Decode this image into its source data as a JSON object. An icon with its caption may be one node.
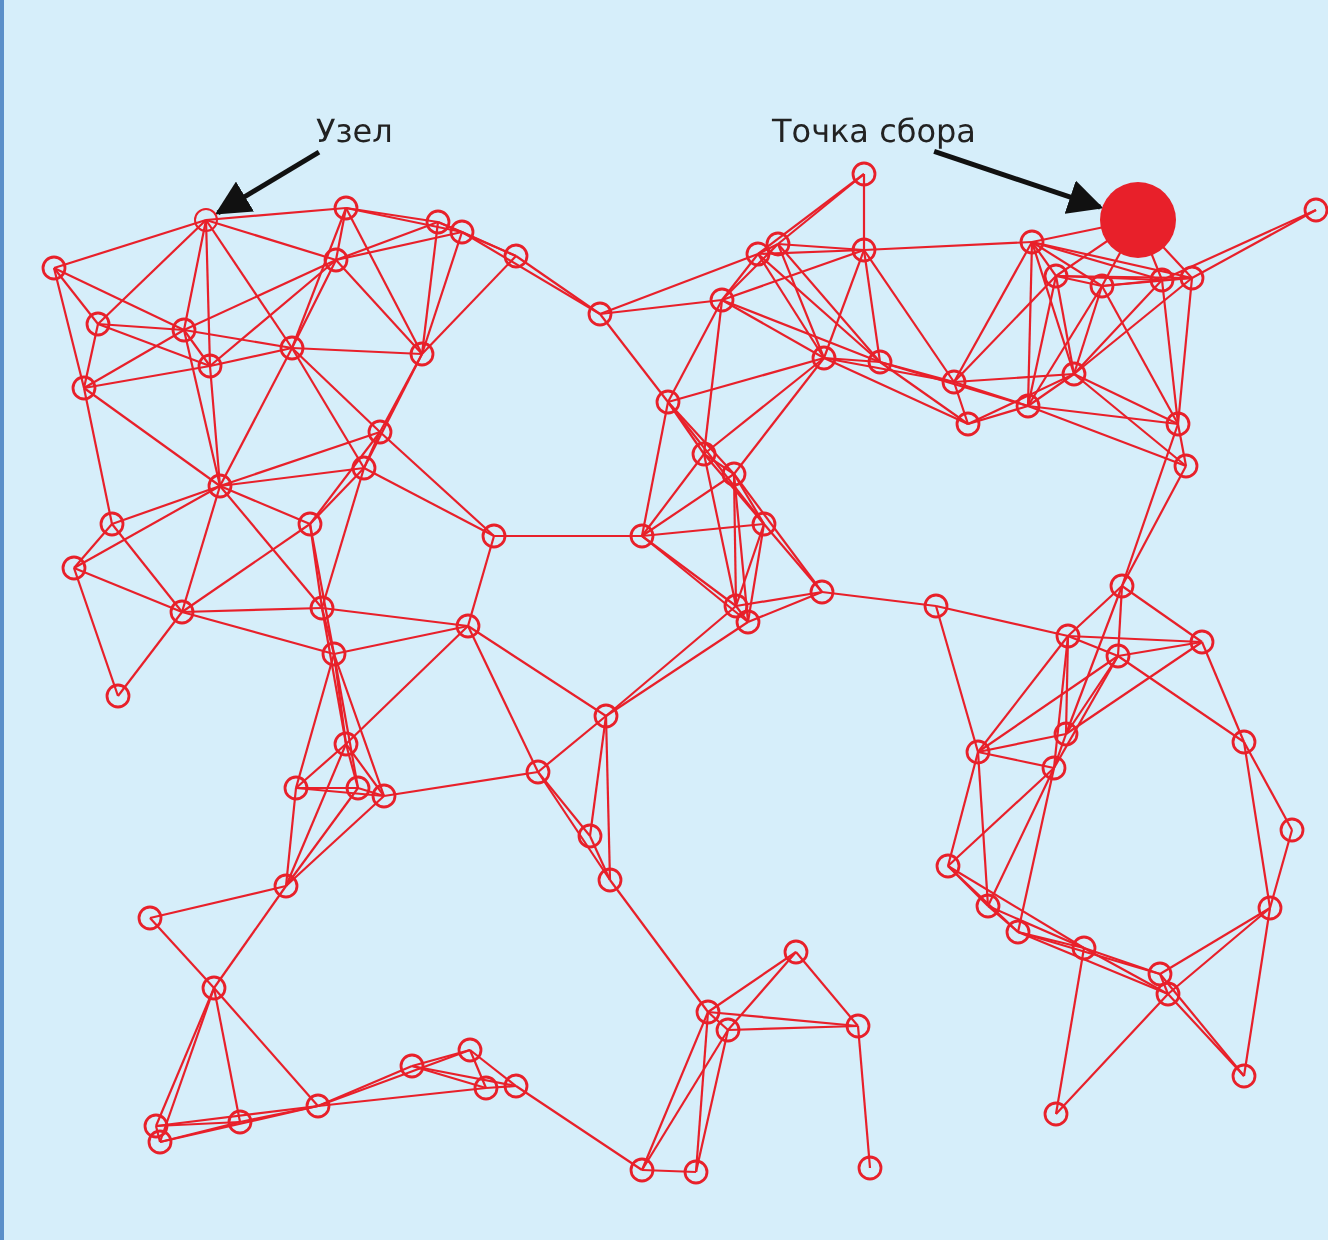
{
  "diagram": {
    "nodes": [
      {
        "text": [
          "Узел"
        ]
      },
      {
        "text": [],
        "shape": "circle"
      },
      {
        "text": [
          "Точка сбора"
        ]
      },
      {
        "text": [],
        "shape": "circle"
      }
    ],
    "edges": [
      {
        "from": 0,
        "to": 1,
        "arrow": "to"
      },
      {
        "from": 2,
        "to": 3,
        "arrow": "to"
      }
    ]
  }
}
